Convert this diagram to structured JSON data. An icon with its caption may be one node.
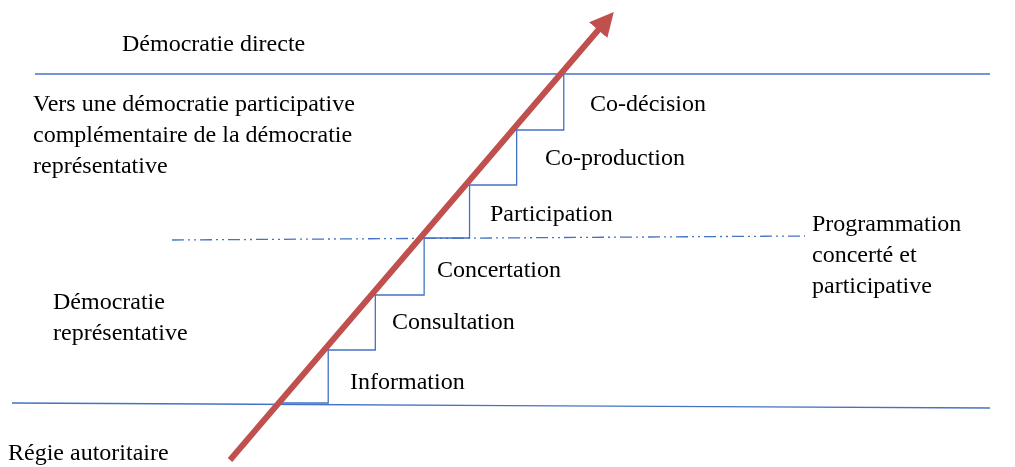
{
  "diagram": {
    "labels": [
      "Démocratie directe",
      "Vers une démocratie participative complémentaire de la démocratie représentative",
      "Co-décision",
      "Co-production",
      "Participation",
      "Programmation concerté et participative",
      "Concertation",
      "Démocratie représentative",
      "Consultation",
      "Information",
      "Régie autoritaire"
    ]
  }
}
